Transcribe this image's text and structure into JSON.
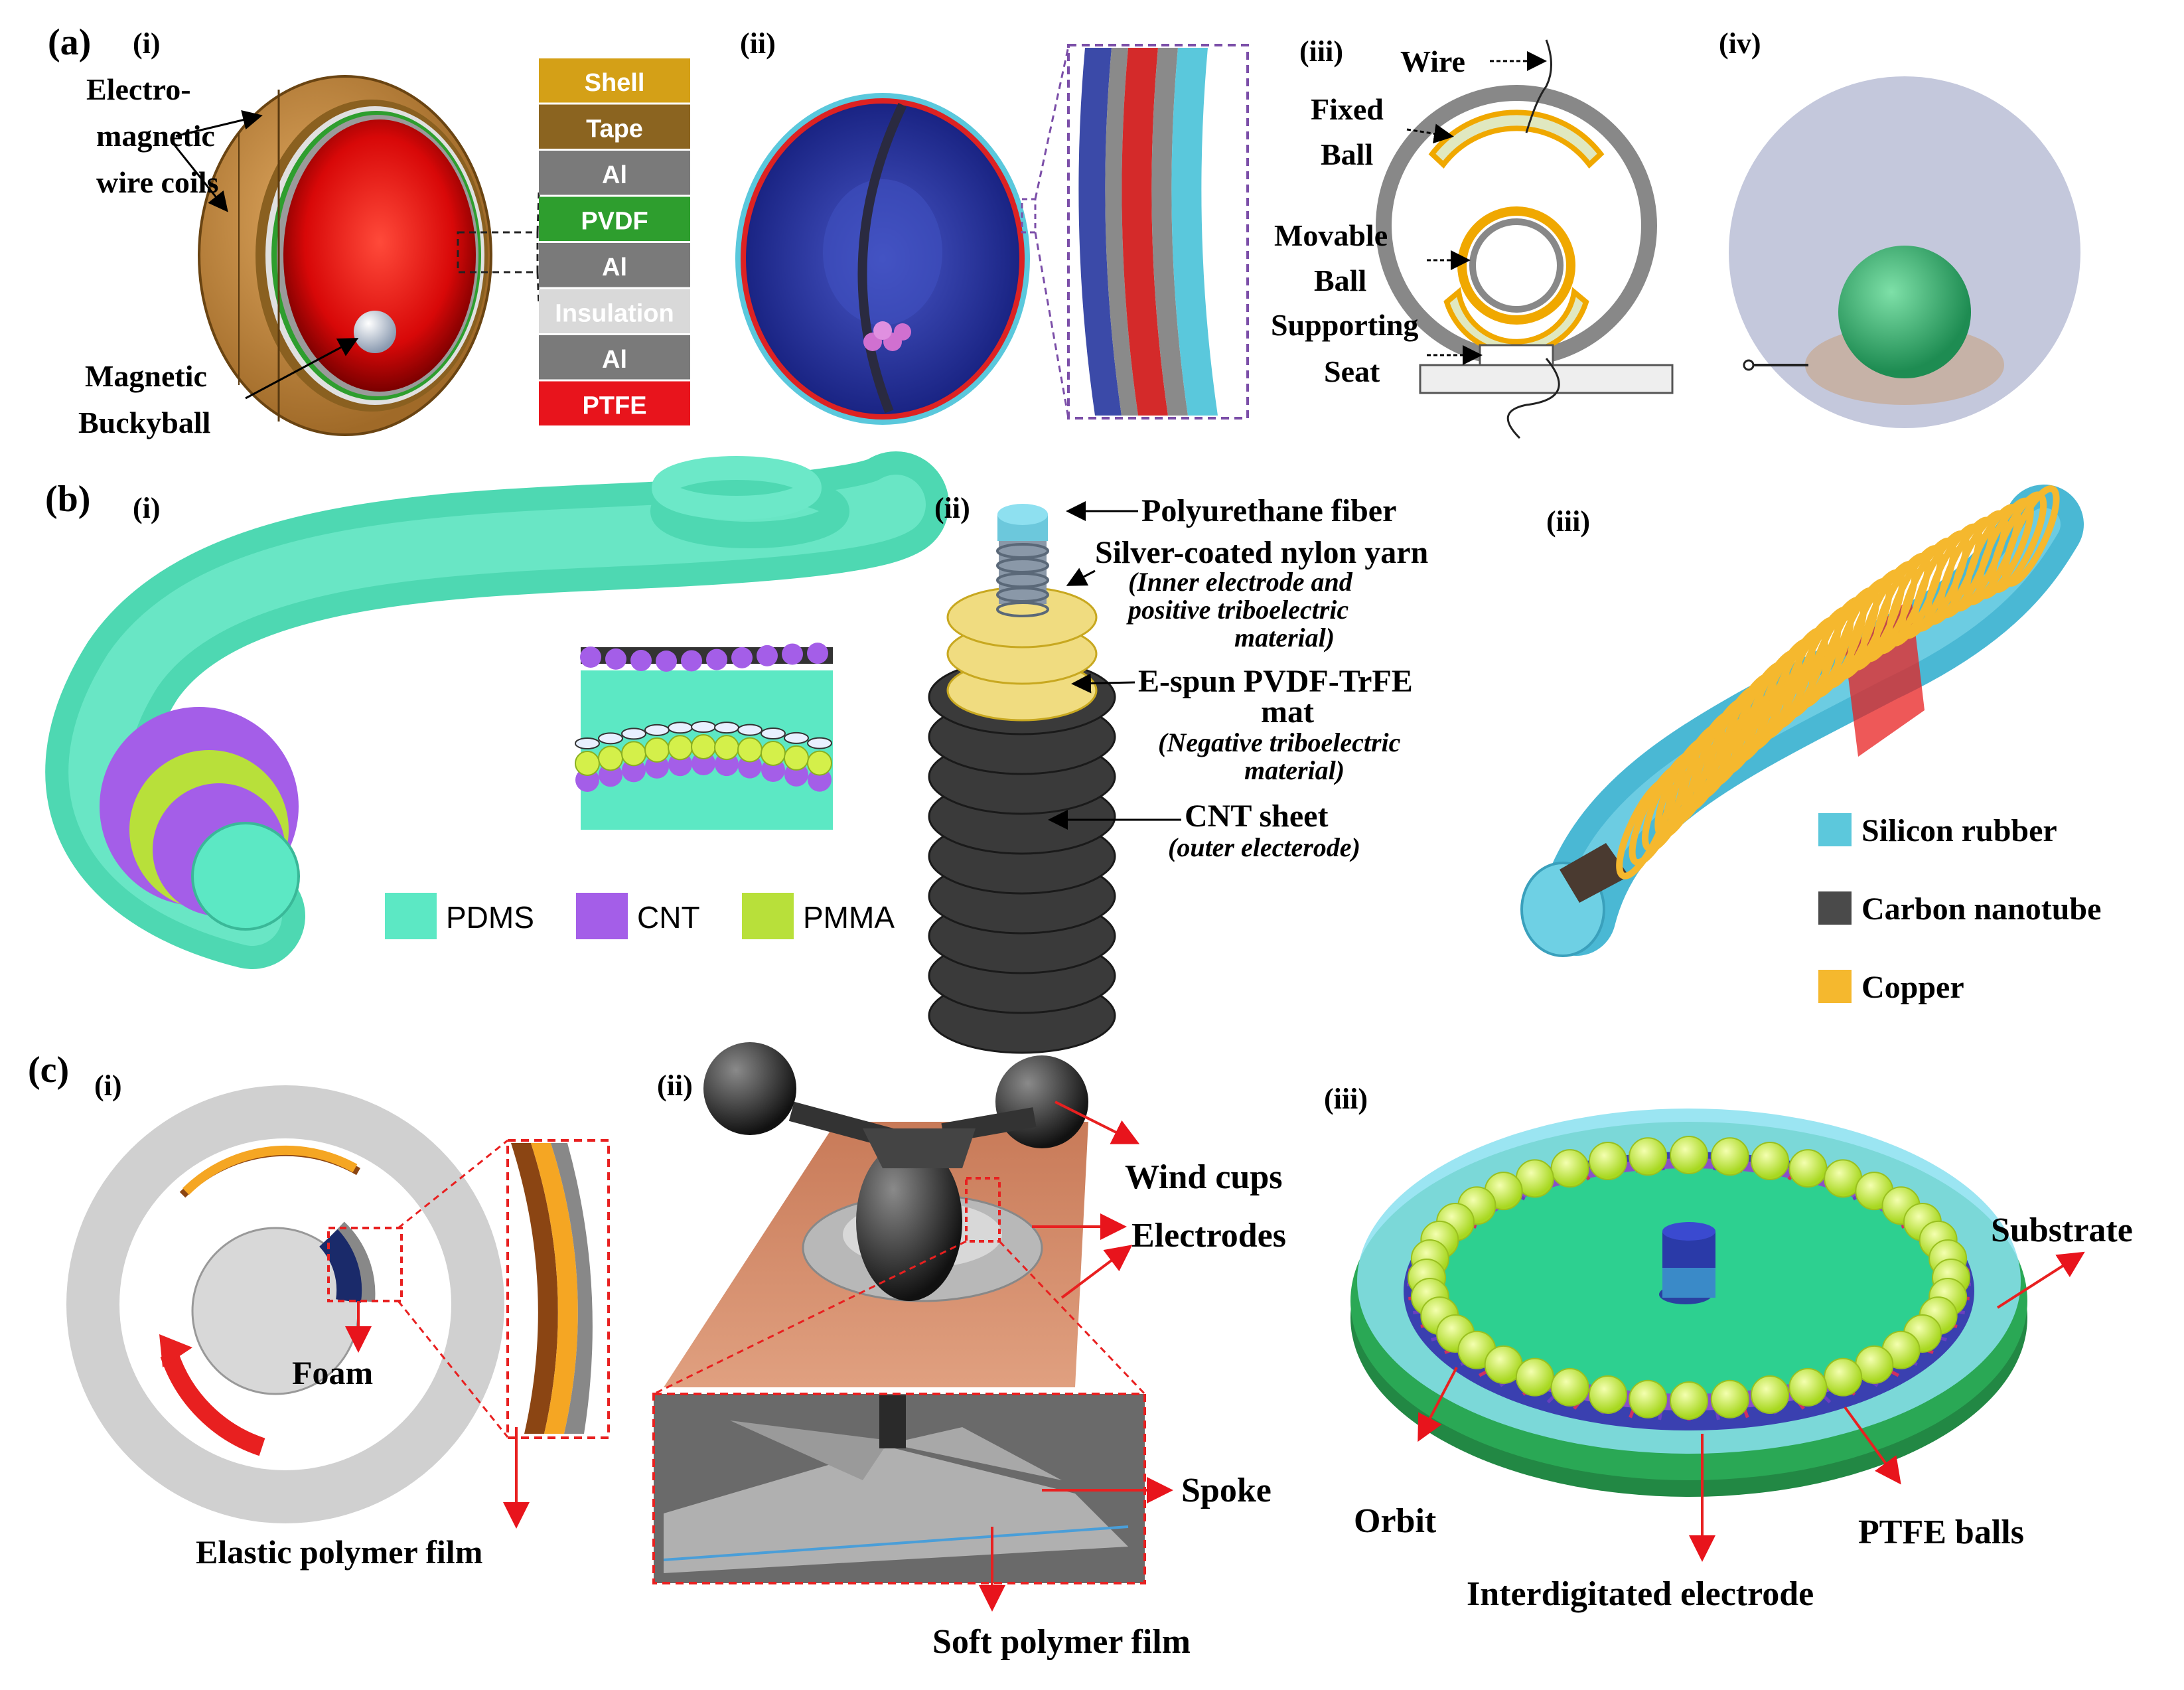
{
  "panels": {
    "a": {
      "letter": "(a)",
      "i": {
        "label": "(i)",
        "coils_label_1": "Electro-",
        "coils_label_2": "magnetic",
        "coils_label_3": "wire coils",
        "ball_label_1": "Magnetic",
        "ball_label_2": "Buckyball",
        "layers": [
          {
            "name": "Shell",
            "color": "#d4a017"
          },
          {
            "name": "Tape",
            "color": "#8b6420"
          },
          {
            "name": "Al",
            "color": "#7a7a7a"
          },
          {
            "name": "PVDF",
            "color": "#2e9e2e"
          },
          {
            "name": "Al",
            "color": "#7a7a7a"
          },
          {
            "name": "Insulation",
            "color": "#d9d9d9"
          },
          {
            "name": "Al",
            "color": "#7a7a7a"
          },
          {
            "name": "PTFE",
            "color": "#e8141c"
          }
        ]
      },
      "ii": {
        "label": "(ii)"
      },
      "iii": {
        "label": "(iii)",
        "wire": "Wire",
        "fixed_1": "Fixed",
        "fixed_2": "Ball",
        "movable_1": "Movable",
        "movable_2": "Ball",
        "seat_1": "Supporting",
        "seat_2": "Seat"
      },
      "iv": {
        "label": "(iv)"
      }
    },
    "b": {
      "letter": "(b)",
      "i": {
        "label": "(i)",
        "legend": [
          {
            "name": "PDMS",
            "color": "#5ce8c4"
          },
          {
            "name": "CNT",
            "color": "#a45ee8"
          },
          {
            "name": "PMMA",
            "color": "#b8e03a"
          }
        ]
      },
      "ii": {
        "label": "(ii)",
        "fiber": "Polyurethane fiber",
        "yarn": "Silver-coated nylon yarn",
        "yarn_sub_1": "(Inner electrode and",
        "yarn_sub_2": "positive triboelectric",
        "yarn_sub_3": "material)",
        "mat_1": "E-spun PVDF-TrFE",
        "mat_2": "mat",
        "mat_sub_1": "(Negative triboelectric",
        "mat_sub_2": "material)",
        "cnt": "CNT sheet",
        "cnt_sub": "(outer electerode)"
      },
      "iii": {
        "label": "(iii)",
        "legend": [
          {
            "name": "Silicon rubber",
            "color": "#5cc8dc"
          },
          {
            "name": "Carbon nanotube",
            "color": "#4a4a4a"
          },
          {
            "name": "Copper",
            "color": "#f5b82e"
          }
        ]
      }
    },
    "c": {
      "letter": "(c)",
      "i": {
        "label": "(i)",
        "foam": "Foam",
        "film": "Elastic polymer film"
      },
      "ii": {
        "label": "(ii)",
        "cups": "Wind cups",
        "electrodes": "Electrodes",
        "spoke": "Spoke",
        "soft": "Soft polymer film"
      },
      "iii": {
        "label": "(iii)",
        "substrate": "Substrate",
        "orbit": "Orbit",
        "balls": "PTFE balls",
        "electrode": "Interdigitated electrode"
      }
    }
  }
}
